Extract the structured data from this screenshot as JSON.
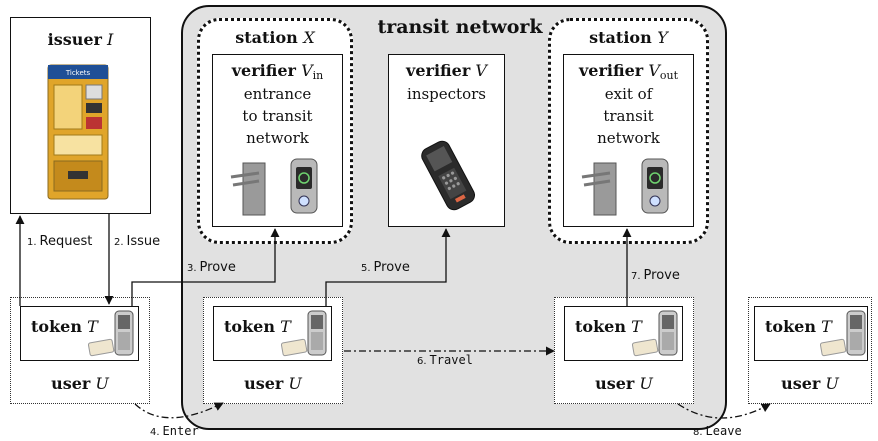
{
  "issuer": {
    "label": "issuer",
    "symbol": "I",
    "machine_text": "Tickets"
  },
  "network": {
    "title": "transit network"
  },
  "station_x": {
    "label": "station",
    "symbol": "X"
  },
  "station_y": {
    "label": "station",
    "symbol": "Y"
  },
  "verifier_in": {
    "label": "verifier",
    "symbol": "V",
    "subscript": "in",
    "lines": [
      "entrance",
      "to transit",
      "network"
    ]
  },
  "verifier_mid": {
    "label": "verifier",
    "symbol": "V",
    "lines": [
      "inspectors"
    ]
  },
  "verifier_out": {
    "label": "verifier",
    "symbol": "V",
    "subscript": "out",
    "lines": [
      "exit of",
      "transit",
      "network"
    ]
  },
  "token": {
    "label": "token",
    "symbol": "T"
  },
  "user": {
    "label": "user",
    "symbol": "U"
  },
  "steps": [
    {
      "num": "1.",
      "text": "Request"
    },
    {
      "num": "2.",
      "text": "Issue"
    },
    {
      "num": "3.",
      "text": "Prove"
    },
    {
      "num": "4.",
      "text": "Enter"
    },
    {
      "num": "5.",
      "text": "Prove"
    },
    {
      "num": "6.",
      "text": "Travel"
    },
    {
      "num": "7.",
      "text": "Prove"
    },
    {
      "num": "8.",
      "text": "Leave"
    }
  ]
}
